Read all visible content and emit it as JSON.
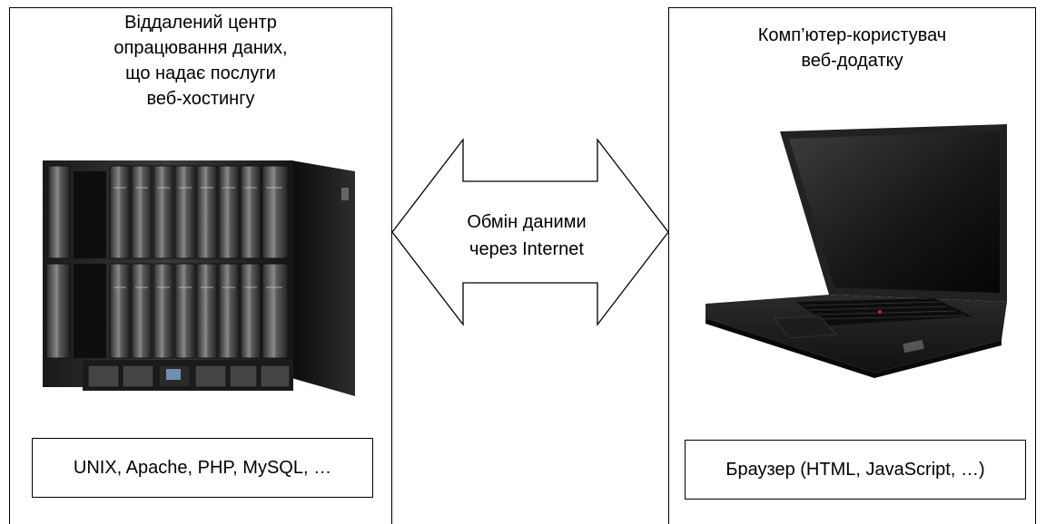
{
  "server_panel": {
    "title_lines": [
      "Віддалений центр",
      "опрацювання даних,",
      "що надає послуги",
      "веб-хостингу"
    ],
    "stack_label": "UNIX, Apache, PHP, MySQL, …"
  },
  "client_panel": {
    "title_lines": [
      "Комп’ютер-користувач",
      "веб-додатку"
    ],
    "stack_label": "Браузер (HTML, JavaScript, …)"
  },
  "exchange": {
    "label_lines": [
      "Обмін даними",
      "через Internet"
    ]
  },
  "icons": {
    "server": "blade-server-chassis-icon",
    "client": "laptop-icon",
    "arrow": "double-arrow-icon"
  }
}
